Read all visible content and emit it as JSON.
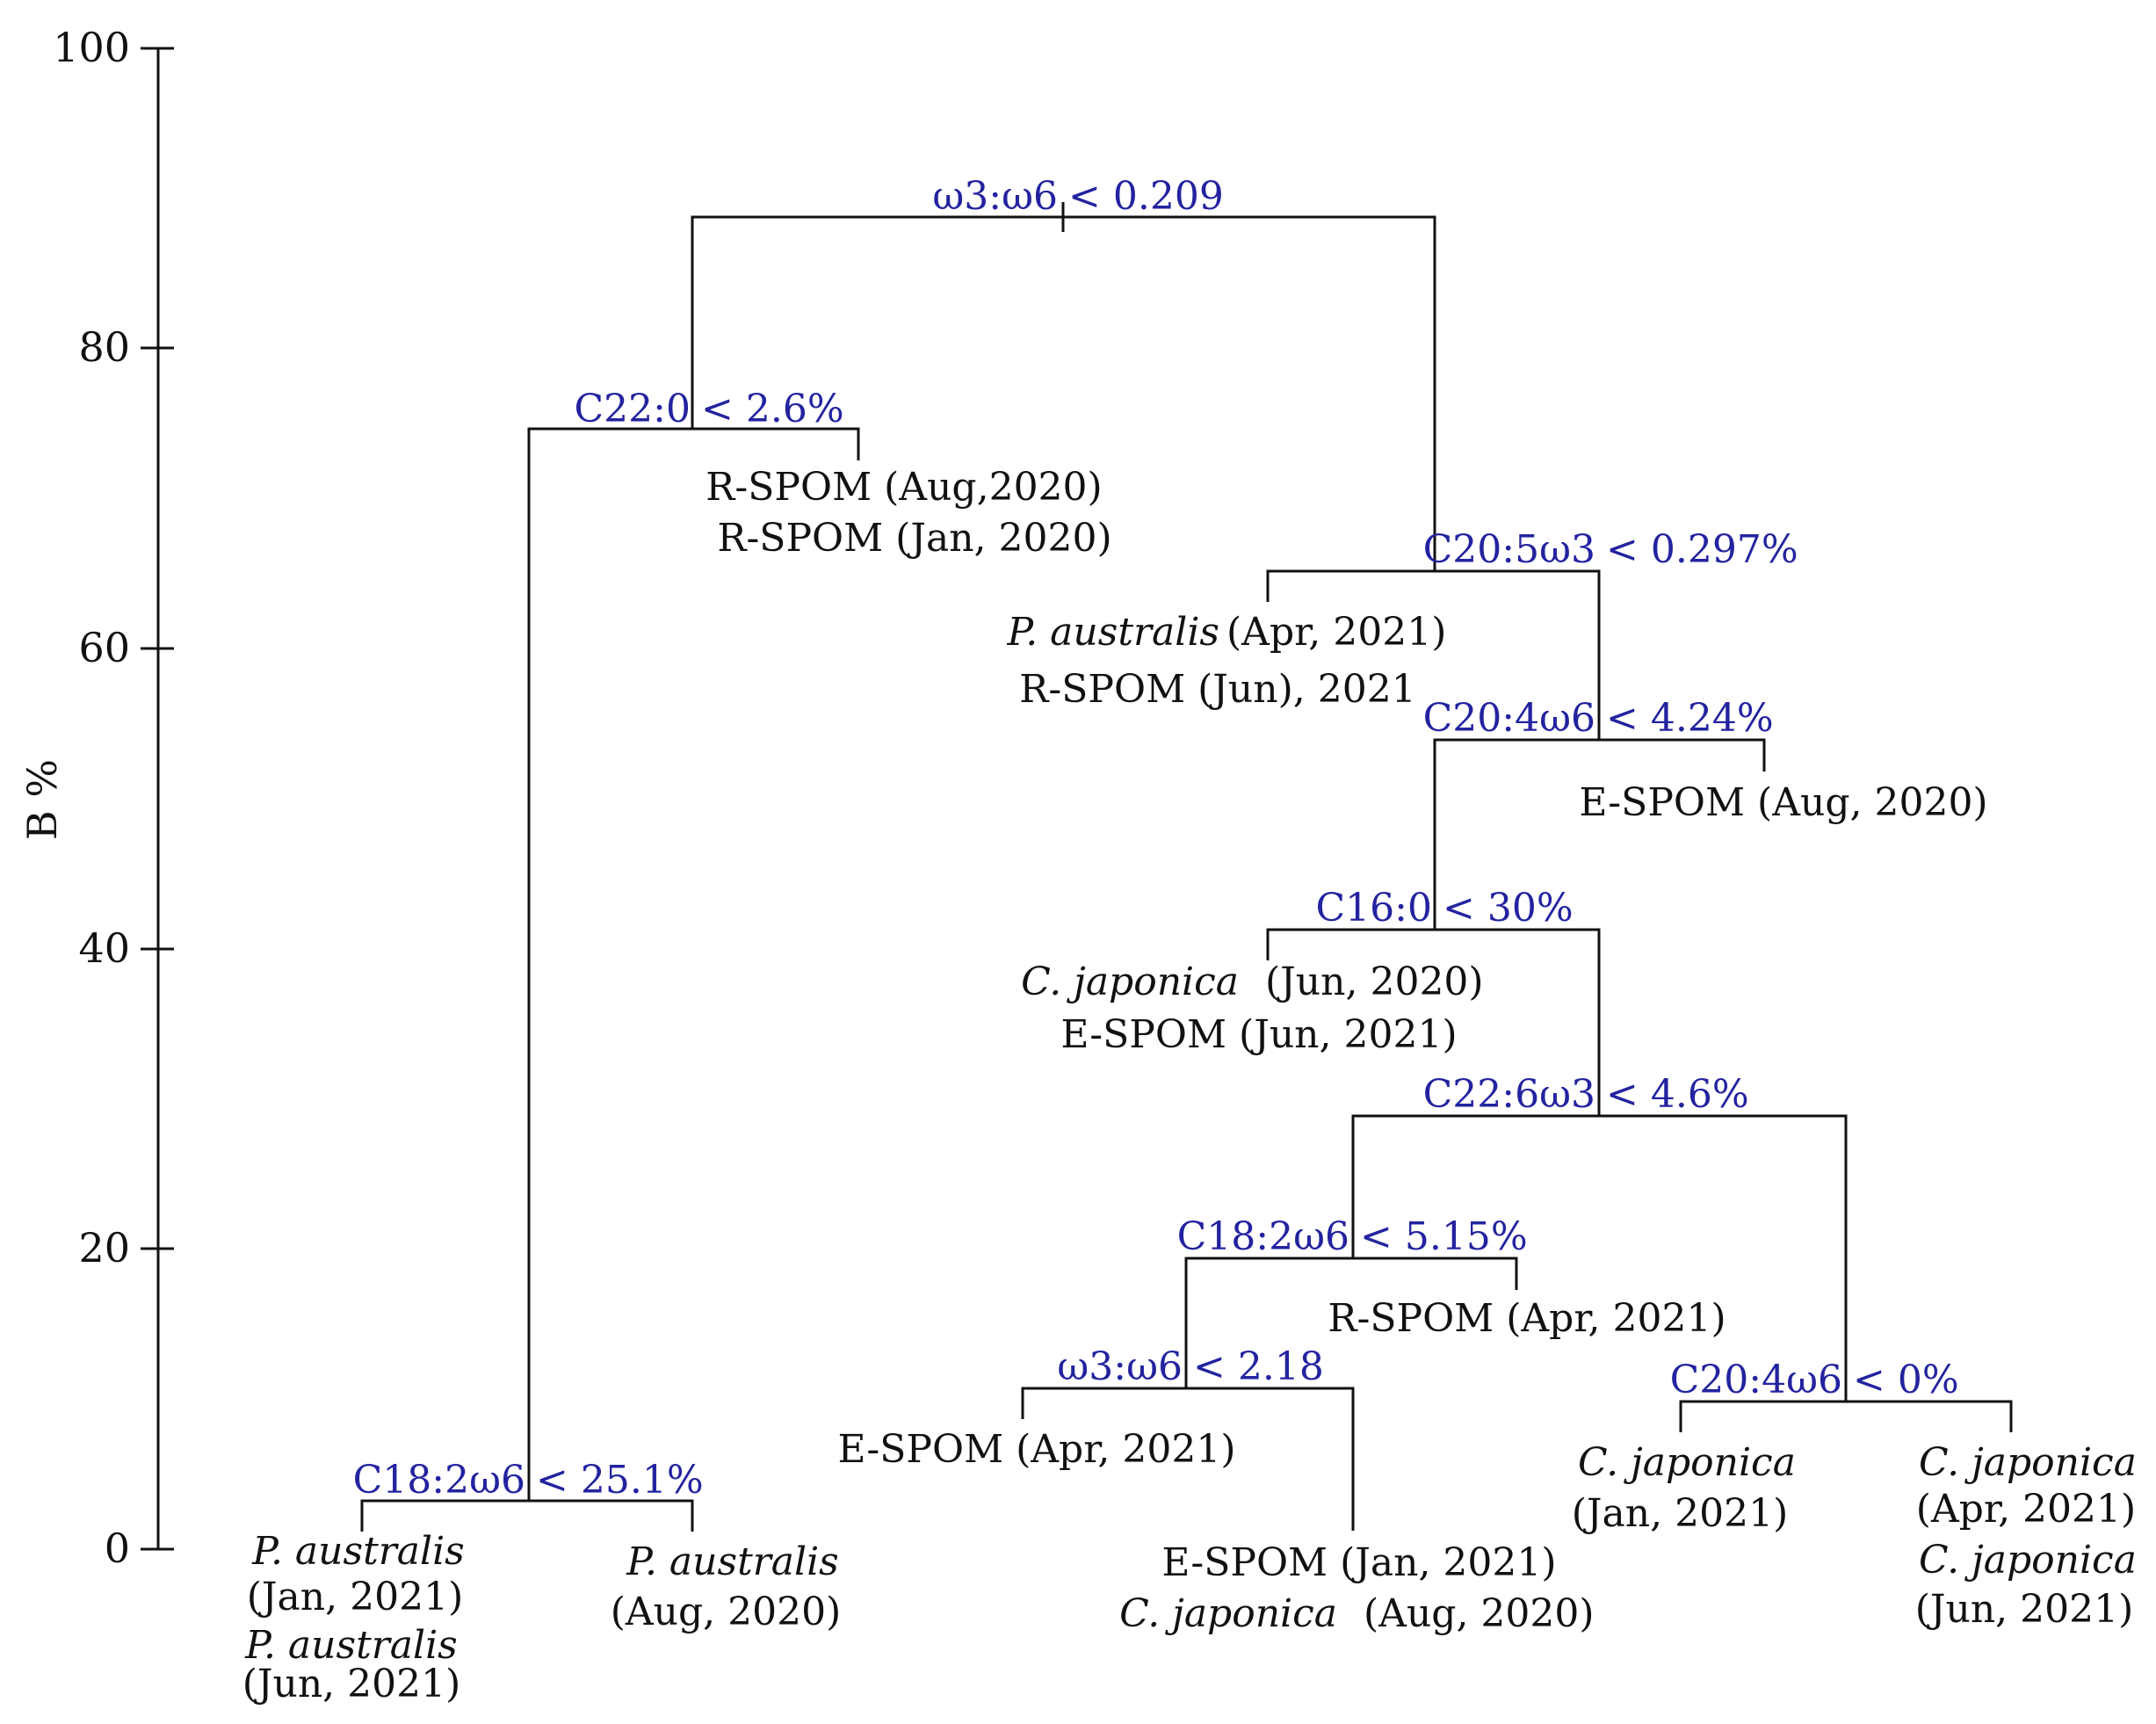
{
  "colors": {
    "split_label": "#2323a0",
    "line": "#111111",
    "text": "#111111"
  },
  "axis": {
    "label": "B %",
    "range": [
      0,
      100
    ],
    "ticks": [
      "0",
      "20",
      "40",
      "60",
      "80",
      "100"
    ]
  },
  "splits": [
    {
      "left": "ω3:ω6",
      "right": "< 0.209"
    },
    {
      "left": "C22:0",
      "right": "< 2.6%"
    },
    {
      "left": "C20:5ω3",
      "right": "< 0.297%"
    },
    {
      "left": "C20:4ω6",
      "right": "< 4.24%"
    },
    {
      "left": "C16:0",
      "right": "< 30%"
    },
    {
      "left": "C22:6ω3",
      "right": "< 4.6%"
    },
    {
      "left": "C18:2ω6",
      "right": "< 5.15%"
    },
    {
      "left": "ω3:ω6",
      "right": "< 2.18"
    },
    {
      "left": "C20:4ω6",
      "right": "< 0%"
    },
    {
      "left": "C18:2ω6",
      "right": "< 25.1%"
    }
  ],
  "leaves": {
    "rspom_aug_jan": [
      "R-SPOM (Aug,2020)",
      "R-SPOM (Jan, 2020)"
    ],
    "paust_apr_rspom_jun": {
      "species": "P. australis",
      "date": "(Apr, 2021)",
      "line2": "R-SPOM (Jun), 2021"
    },
    "espom_aug": "E-SPOM (Aug, 2020)",
    "cjap_jun_espom_jun": {
      "species": "C. japonica",
      "date": "(Jun, 2020)",
      "line2": "E-SPOM (Jun, 2021)"
    },
    "rspom_apr": "R-SPOM (Apr, 2021)",
    "espom_apr": "E-SPOM (Apr, 2021)",
    "espom_jan_cjap_aug": {
      "line1": "E-SPOM (Jan, 2021)",
      "species": "C. japonica",
      "date": "(Aug, 2020)"
    },
    "cjap_jan": {
      "species": "C. japonica",
      "date": "(Jan, 2021)"
    },
    "cjap_apr_jun": {
      "species1": "C. japonica",
      "date1": "(Apr, 2021)",
      "species2": "C. japonica",
      "date2": "(Jun, 2021)"
    },
    "paust_jan_jun": {
      "species1": "P. australis",
      "date1": "(Jan, 2021)",
      "species2": "P. australis",
      "date2": "(Jun, 2021)"
    },
    "paust_aug": {
      "species": "P. australis",
      "date": "(Aug, 2020)"
    }
  }
}
